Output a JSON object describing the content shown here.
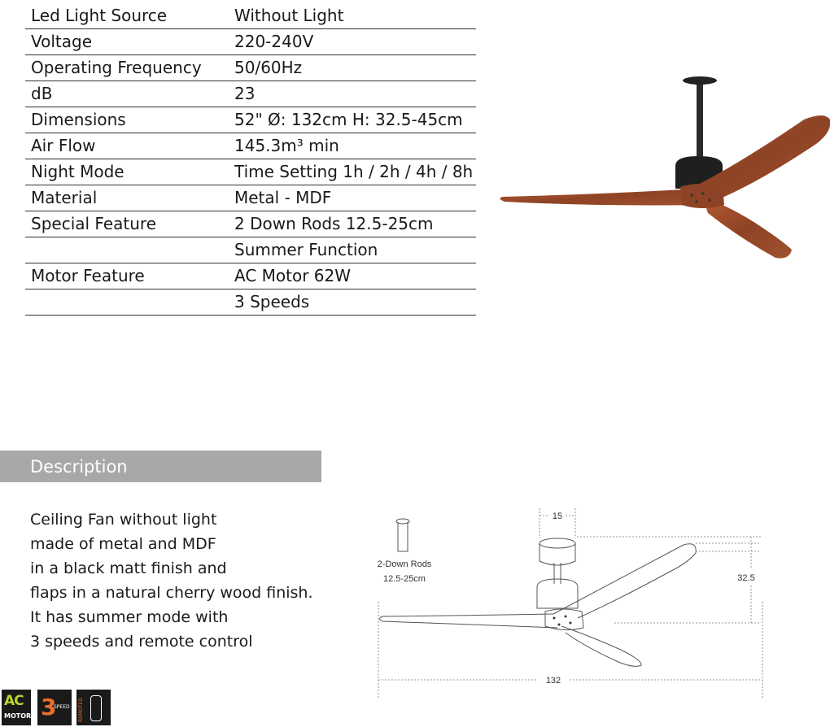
{
  "specs": [
    {
      "label": "Led Light Source",
      "value": "Without Light"
    },
    {
      "label": "Voltage",
      "value": "220-240V"
    },
    {
      "label": "Operating Frequency",
      "value": "50/60Hz"
    },
    {
      "label": "dB",
      "value": "23"
    },
    {
      "label": "Dimensions",
      "value": "52\"  Ø: 132cm  H: 32.5-45cm"
    },
    {
      "label": "Air Flow",
      "value": "145.3m³ min"
    },
    {
      "label": "Night Mode",
      "value": "Time Setting  1h / 2h / 4h / 8h"
    },
    {
      "label": "Material",
      "value": "Metal - MDF"
    },
    {
      "label": "Special Feature",
      "value": "2 Down Rods  12.5-25cm"
    },
    {
      "label": "",
      "value": "Summer Function"
    },
    {
      "label": "Motor Feature",
      "value": "AC Motor  62W"
    },
    {
      "label": "",
      "value": "3 Speeds"
    }
  ],
  "description": {
    "heading": "Description",
    "lines": [
      "Ceiling Fan without light",
      "made of metal and MDF",
      "in a black matt finish and",
      "flaps in a natural cherry wood finish.",
      "It has summer mode with",
      "3 speeds and remote control"
    ]
  },
  "diagram": {
    "rod_label_1": "2-Down Rods",
    "rod_label_2": "12.5-25cm",
    "dim_top": "15",
    "dim_height": "32.5",
    "dim_width": "132"
  },
  "badges": {
    "ac": "AC",
    "motor": "MOTOR",
    "speed_num": "3",
    "speed_word": "SPEED",
    "remote": "REMOTED"
  },
  "colors": {
    "wood": "#9a4a2a",
    "motor": "#222222",
    "bar": "#a8a8a8",
    "ac_green": "#b7d431",
    "speed_orange": "#e8702a"
  }
}
